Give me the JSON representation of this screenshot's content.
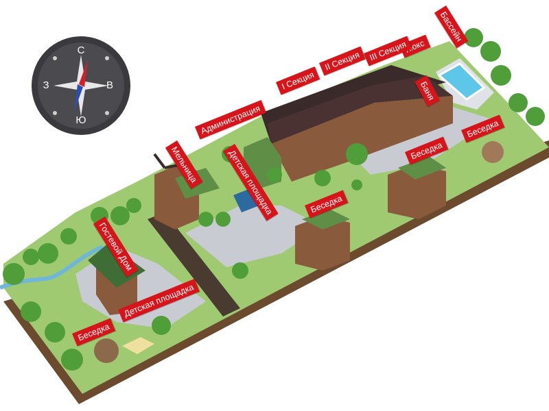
{
  "compass": {
    "north": "С",
    "south": "Ю",
    "west": "З",
    "east": "В"
  },
  "labels": {
    "pool": "Бассейн",
    "sauna": "Баня",
    "lux": "люкс",
    "section3": "III Секция",
    "section2": "II Секция",
    "section1": "I Секция",
    "administration": "Администрация",
    "mill": "Мельница",
    "playground_top": "Детская площадка",
    "guesthouse": "Гостевой Дом",
    "playground_bottom": "Детская площадка",
    "gazebo_left": "Беседка",
    "gazebo_mid": "Беседка",
    "gazebo_center": "Беседка",
    "gazebo_right": "Беседка"
  },
  "colors": {
    "label_bg": "#d7141a",
    "grass": "#9fca72",
    "soil_side": "#6b4a2e",
    "path": "#c8cbd2",
    "roof_dark": "#3b2a2a",
    "wood": "#8a5a3c",
    "compass_face": "#4a4a4f"
  }
}
